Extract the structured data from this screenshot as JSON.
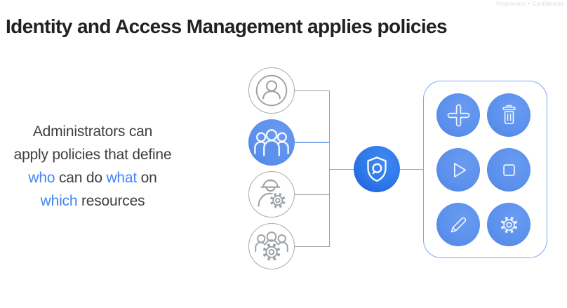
{
  "header": {
    "title": "Identity and Access Management applies policies",
    "confidential": "Proprietary + Confidential"
  },
  "description": {
    "lines": [
      {
        "parts": [
          {
            "text": "Administrators can",
            "style": "dark"
          }
        ]
      },
      {
        "parts": [
          {
            "text": "apply policies that define",
            "style": "dark"
          }
        ]
      },
      {
        "parts": [
          {
            "text": "who",
            "style": "blue"
          },
          {
            "text": " can do ",
            "style": "dark"
          },
          {
            "text": "what",
            "style": "blue"
          },
          {
            "text": " on",
            "style": "dark"
          }
        ]
      },
      {
        "parts": [
          {
            "text": "which",
            "style": "blue"
          },
          {
            "text": " resources",
            "style": "dark"
          }
        ]
      }
    ]
  },
  "diagram": {
    "identities": [
      {
        "icon": "user-icon",
        "highlighted": false
      },
      {
        "icon": "group-icon",
        "highlighted": true
      },
      {
        "icon": "service-account-icon",
        "highlighted": false
      },
      {
        "icon": "group-settings-icon",
        "highlighted": false
      }
    ],
    "policy_node": {
      "icon": "iam-shield-icon"
    },
    "actions": [
      {
        "icon": "add-icon"
      },
      {
        "icon": "delete-icon"
      },
      {
        "icon": "run-icon"
      },
      {
        "icon": "stop-icon"
      },
      {
        "icon": "edit-icon"
      },
      {
        "icon": "configure-icon"
      }
    ]
  },
  "colors": {
    "accent_blue": "#4285f4",
    "node_blue": "#5b90ec",
    "shield_blue": "#2f7aea",
    "connector_blue": "#83aaf3",
    "connector_gray": "#9ca1a6",
    "text_dark": "#3c4043",
    "title_dark": "#1f2125",
    "panel_border": "#7fa8f3"
  }
}
